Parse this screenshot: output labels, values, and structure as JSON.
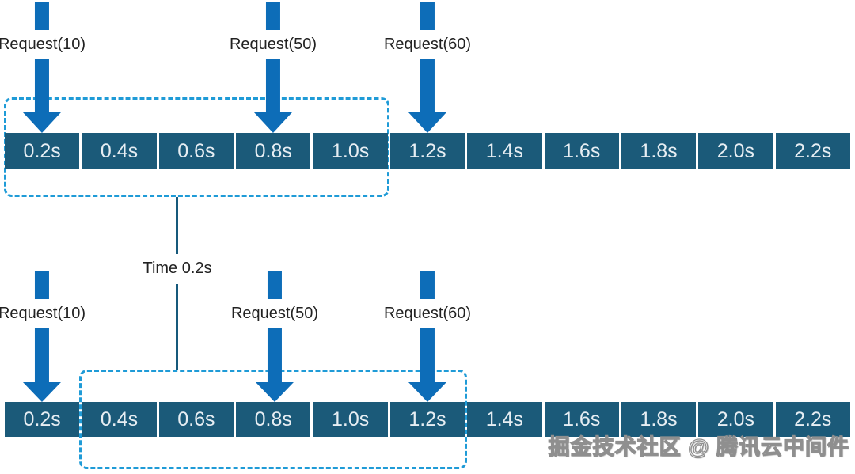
{
  "colors": {
    "arrow": "#0d6db8",
    "bar": "#1b5a79",
    "dash": "#1f9bd7",
    "line": "#16597b",
    "label-text": "#222222",
    "seg-text": "#e7eef3"
  },
  "segments": [
    "0.2s",
    "0.4s",
    "0.6s",
    "0.8s",
    "1.0s",
    "1.2s",
    "1.4s",
    "1.6s",
    "1.8s",
    "2.0s",
    "2.2s"
  ],
  "requests": [
    {
      "label": "Request(10)",
      "arrives_at": "0.2s"
    },
    {
      "label": "Request(50)",
      "arrives_at": "0.8s"
    },
    {
      "label": "Request(60)",
      "arrives_at": "1.2s"
    }
  ],
  "connector": {
    "label": "Time 0.2s"
  },
  "windows": {
    "top": {
      "from_segment": "0.2s",
      "to_segment": "1.0s"
    },
    "bottom": {
      "from_segment": "0.4s",
      "to_segment": "1.2s"
    }
  },
  "watermark": "掘金技术社区 @ 腾讯云中间件"
}
